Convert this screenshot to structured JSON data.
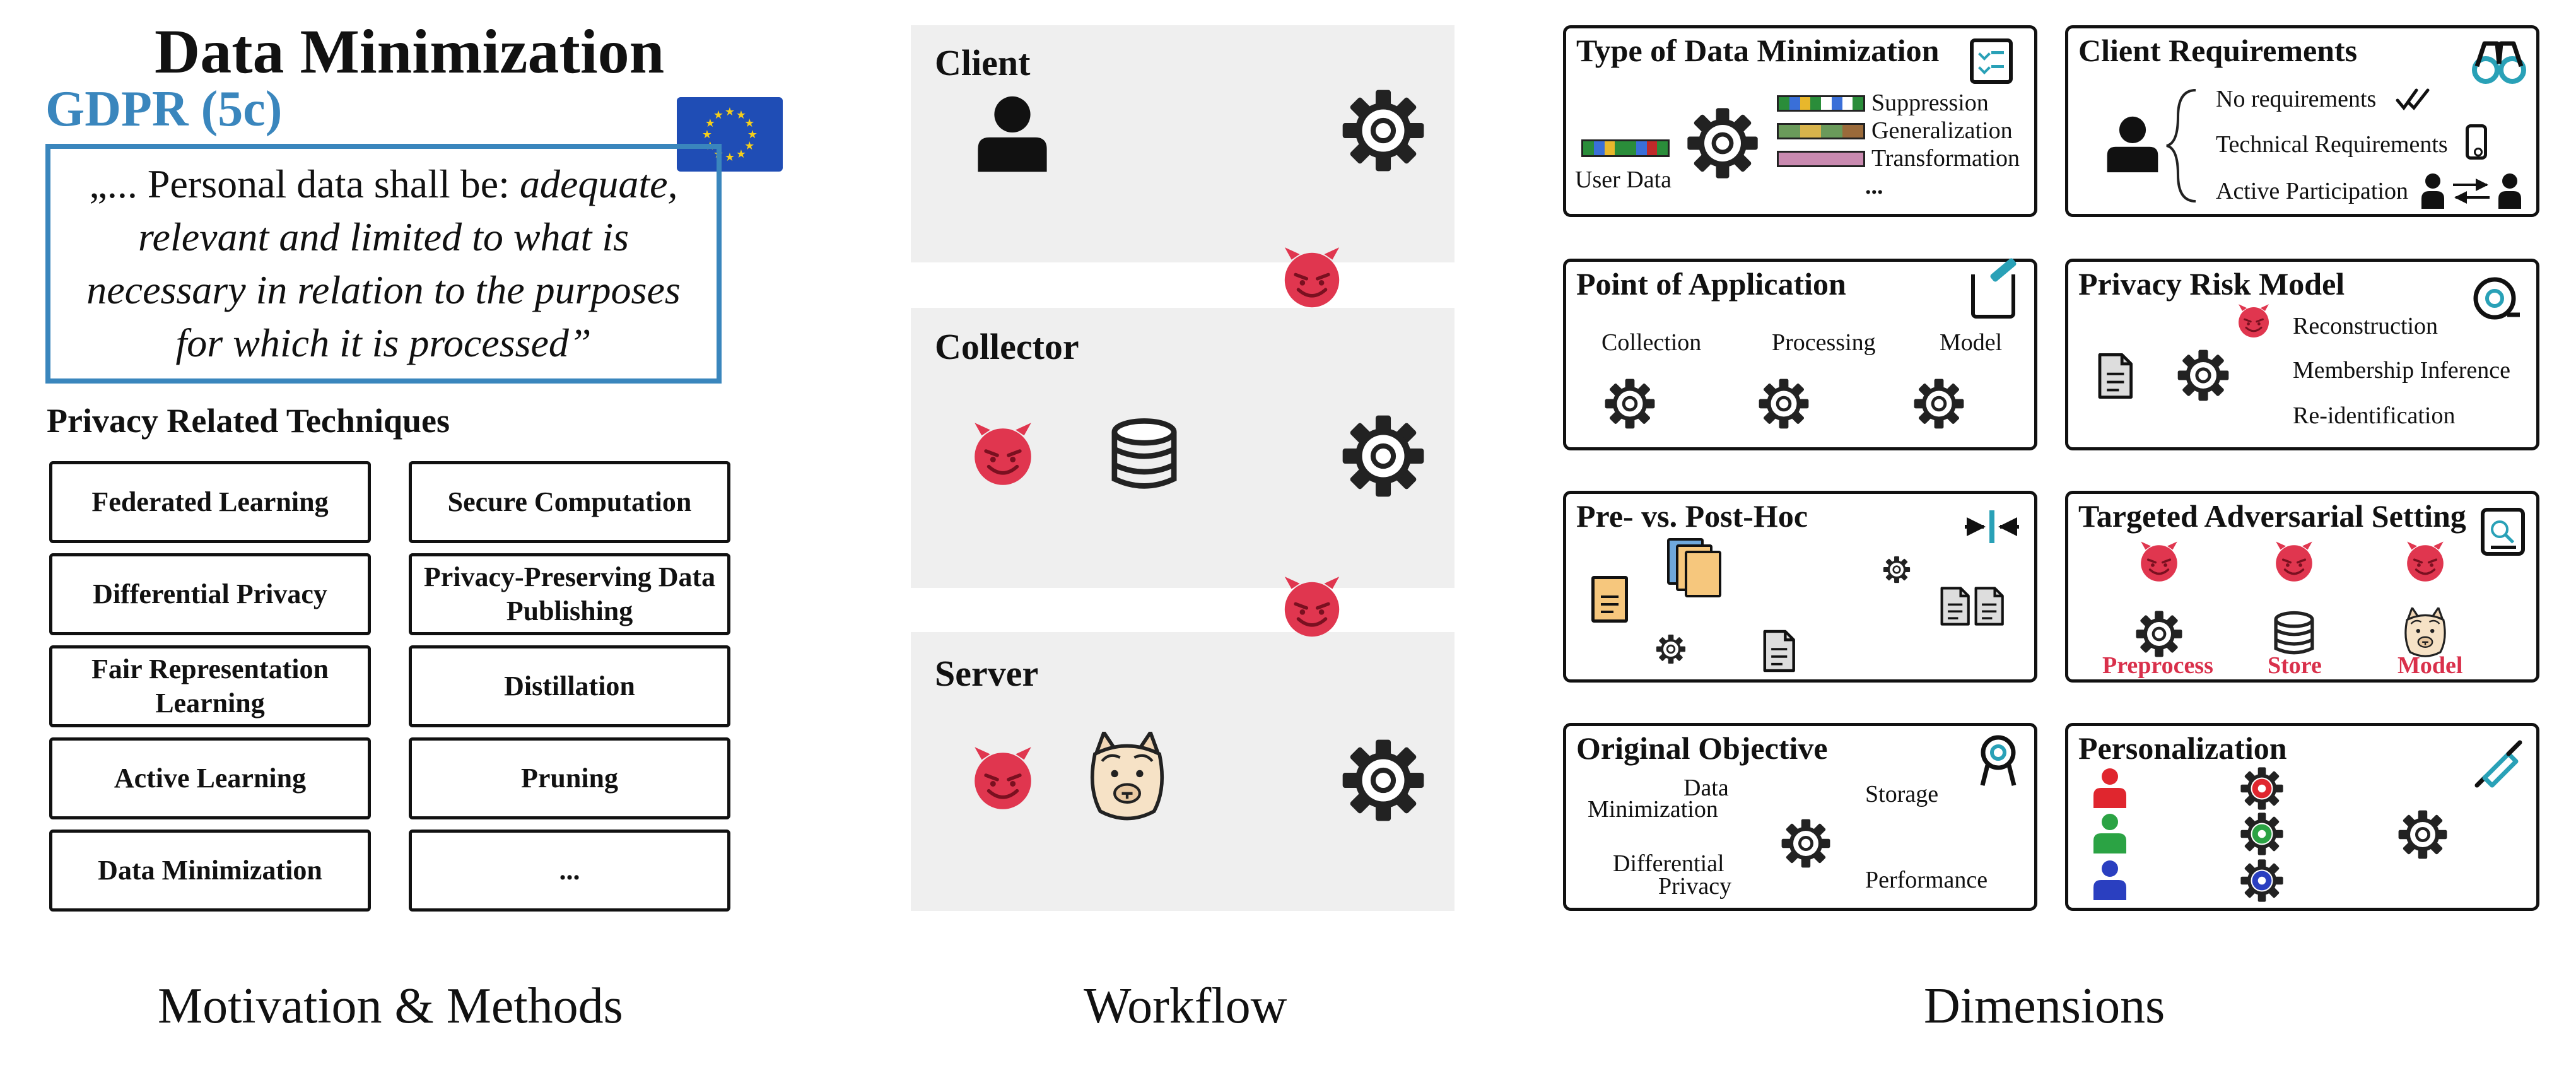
{
  "motivation": {
    "title": "Data Minimization",
    "gdpr_label": "GDPR (5c)",
    "quote_plain": "„... Personal data shall be: ",
    "quote_italic": "adequate, relevant and limited to what is necessary in relation to the purposes for which it is processed”",
    "techniques_header": "Privacy Related Techniques",
    "techniques": [
      "Federated Learning",
      "Secure Computation",
      "Differential Privacy",
      "Privacy-Preserving Data Publishing",
      "Fair Representation Learning",
      "Distillation",
      "Active Learning",
      "Pruning",
      "Data Minimization",
      "..."
    ],
    "section_label": "Motivation & Methods"
  },
  "workflow": {
    "stages": [
      "Client",
      "Collector",
      "Server"
    ],
    "section_label": "Workflow"
  },
  "dimensions": {
    "section_label": "Dimensions",
    "type": {
      "title": "Type of Data Minimization",
      "input_label": "User Data",
      "outputs": [
        "Suppression",
        "Generalization",
        "Transformation",
        "..."
      ]
    },
    "client": {
      "title": "Client Requirements",
      "items": [
        "No requirements",
        "Technical Requirements",
        "Active Participation"
      ]
    },
    "point": {
      "title": "Point of Application",
      "stages": [
        "Collection",
        "Processing",
        "Model"
      ]
    },
    "risk": {
      "title": "Privacy Risk Model",
      "items": [
        "Reconstruction",
        "Membership Inference",
        "Re-identification"
      ]
    },
    "prepost": {
      "title": "Pre- vs. Post-Hoc"
    },
    "adversarial": {
      "title": "Targeted Adversarial Setting",
      "targets": [
        "Preprocess",
        "Store",
        "Model"
      ]
    },
    "objective": {
      "title": "Original Objective",
      "left_top": [
        "Data",
        "Minimization"
      ],
      "left_bottom": [
        "Differential",
        "Privacy"
      ],
      "right": [
        "Storage",
        "Performance"
      ]
    },
    "personalization": {
      "title": "Personalization"
    }
  },
  "colors": {
    "gdpr_blue": "#3a86bd",
    "eu_flag": "#1f4db5",
    "eu_stars": "#f6cf1a",
    "devil": "#e0364f",
    "adversary_label": "#d9304b",
    "panel_gray": "#efefef",
    "teal_icon": "#29a1b7",
    "user_red": "#e0262e",
    "user_green": "#2ba344",
    "user_blue": "#2a3fc0"
  }
}
